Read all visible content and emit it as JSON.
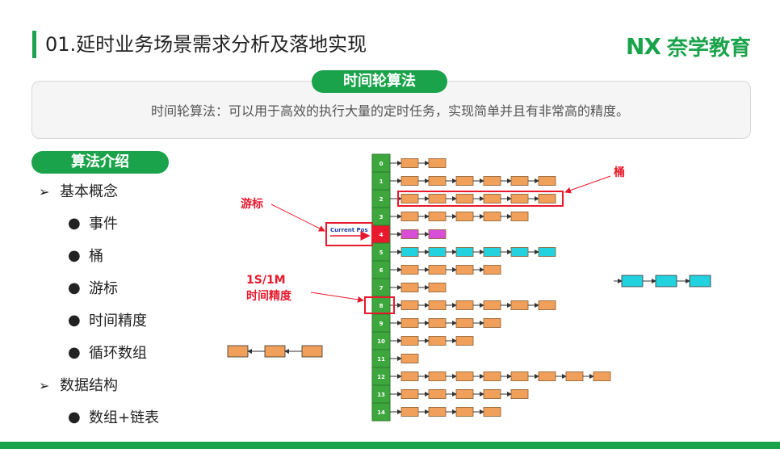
{
  "header": {
    "title": "01.延时业务场景需求分析及落地实现",
    "logo_mark": "NX",
    "logo_text": "奈学教育"
  },
  "summary": {
    "pill_label": "时间轮算法",
    "description": "时间轮算法：可以用于高效的执行大量的定时任务，实现简单并且有非常高的精度。"
  },
  "section": {
    "pill_label": "算法介绍"
  },
  "outline": [
    {
      "level": 1,
      "marker": "➢",
      "label": "基本概念"
    },
    {
      "level": 2,
      "marker": "●",
      "label": "事件"
    },
    {
      "level": 2,
      "marker": "●",
      "label": "桶"
    },
    {
      "level": 2,
      "marker": "●",
      "label": "游标"
    },
    {
      "level": 2,
      "marker": "●",
      "label": "时间精度"
    },
    {
      "level": 2,
      "marker": "●",
      "label": "循环数组"
    },
    {
      "level": 1,
      "marker": "➢",
      "label": "数据结构"
    },
    {
      "level": 2,
      "marker": "●",
      "label": "数组+链表"
    }
  ],
  "diagram": {
    "slots": [
      {
        "index": "0",
        "count": 2,
        "color": "orange"
      },
      {
        "index": "1",
        "count": 6,
        "color": "orange"
      },
      {
        "index": "2",
        "count": 6,
        "color": "orange"
      },
      {
        "index": "3",
        "count": 5,
        "color": "orange"
      },
      {
        "index": "4",
        "count": 2,
        "color": "magenta"
      },
      {
        "index": "5",
        "count": 6,
        "color": "cyan"
      },
      {
        "index": "6",
        "count": 4,
        "color": "orange"
      },
      {
        "index": "7",
        "count": 2,
        "color": "orange"
      },
      {
        "index": "8",
        "count": 6,
        "color": "orange"
      },
      {
        "index": "9",
        "count": 4,
        "color": "orange"
      },
      {
        "index": "10",
        "count": 3,
        "color": "orange"
      },
      {
        "index": "11",
        "count": 1,
        "color": "orange"
      },
      {
        "index": "12",
        "count": 8,
        "color": "orange"
      },
      {
        "index": "13",
        "count": 5,
        "color": "orange"
      },
      {
        "index": "14",
        "count": 4,
        "color": "orange"
      }
    ],
    "current_pos_label": "Current Pos",
    "annotations": {
      "bucket": "桶",
      "cursor": "游标",
      "precision_line1": "1S/1M",
      "precision_line2": "时间精度"
    },
    "cursor_slot": 4,
    "precision_slot": 8,
    "bucket_slot": 2,
    "colors": {
      "green": "#3da63d",
      "cursor": "#e8192c",
      "orange": "#f0a05a",
      "magenta": "#d94ed6",
      "cyan": "#22d3df",
      "annotation": "#e8192c",
      "accent": "#1aa34a"
    },
    "detached_right": {
      "count": 3,
      "color": "cyan"
    },
    "detached_left": {
      "count": 3,
      "color": "orange"
    }
  }
}
